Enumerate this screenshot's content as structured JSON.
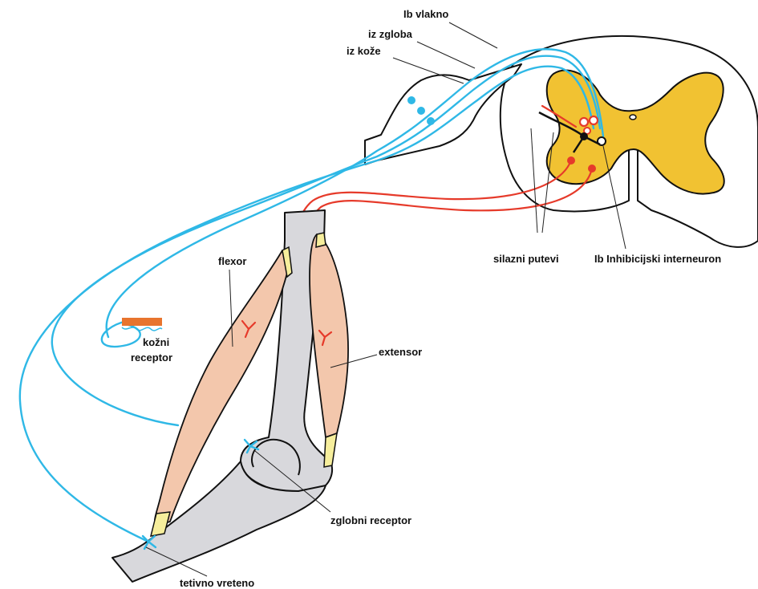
{
  "labels": {
    "ib_vlakno": "Ib vlakno",
    "iz_zgloba": "iz zgloba",
    "iz_koze": "iz kože",
    "silazni_putevi": "silazni putevi",
    "ib_interneuron": "Ib Inhibicijski interneuron",
    "flexor": "flexor",
    "extensor": "extensor",
    "kozni": "kožni",
    "receptor": "receptor",
    "zglobni_receptor": "zglobni receptor",
    "tetivno_vreteno": "tetivno vreteno"
  },
  "colors": {
    "afferent_fiber": "#2fb8e6",
    "motor_fiber": "#e63a2a",
    "grey_matter": "#f1c232",
    "muscle": "#f3c7ac",
    "bone": "#d8d8dc",
    "tendon": "#f6ee9c",
    "skin": "#e8742e"
  }
}
